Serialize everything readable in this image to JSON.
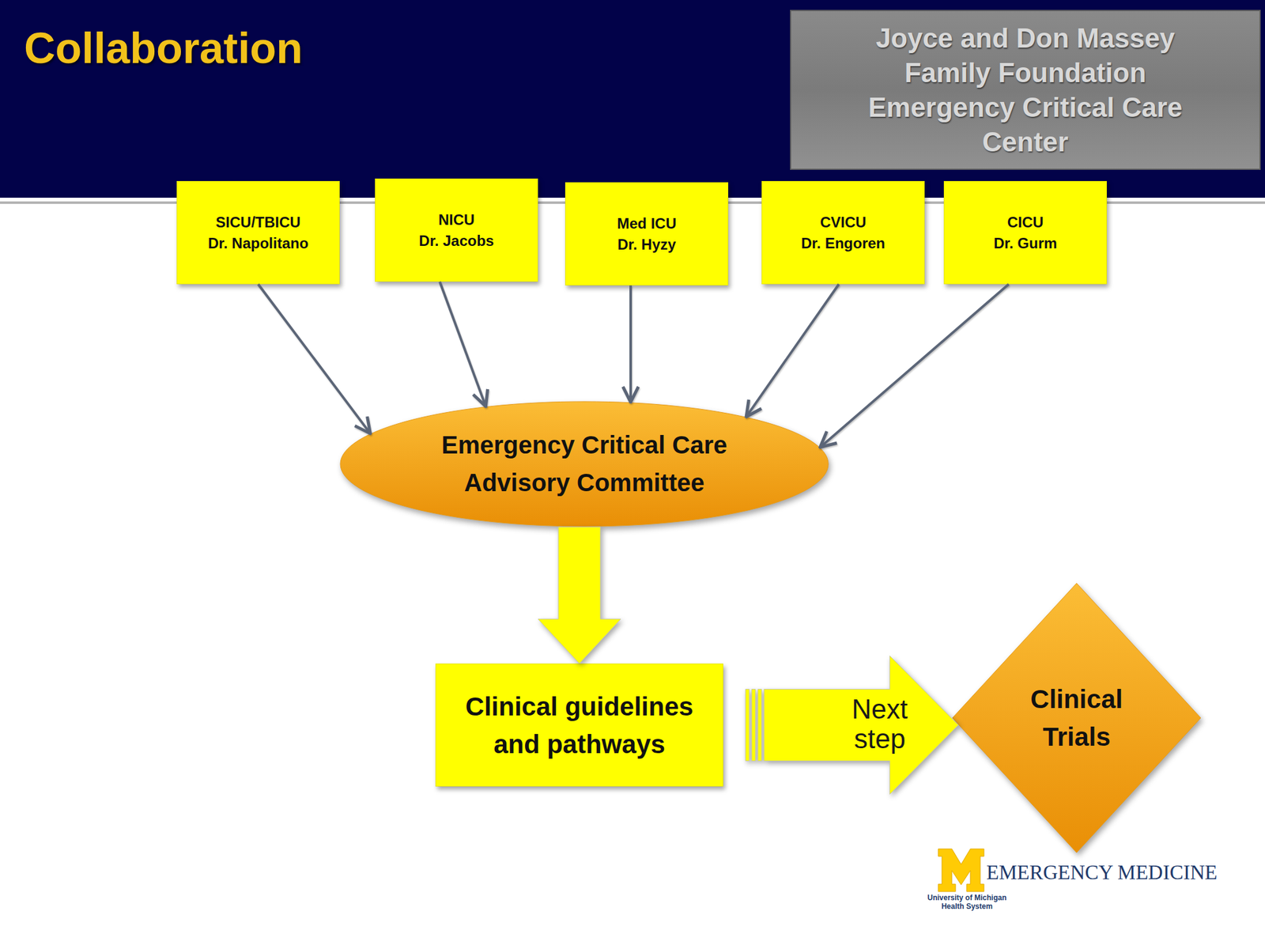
{
  "diagram": {
    "title": "Collaboration",
    "nodes": [
      {
        "text": [
          "SICU/TBICU",
          "Dr. Napolitano"
        ]
      },
      {
        "text": [
          "NICU",
          "Dr. Jacobs"
        ]
      },
      {
        "text": [
          "Med ICU",
          "Dr. Hyzy"
        ]
      },
      {
        "text": [
          "CVICU",
          "Dr. Engoren"
        ]
      },
      {
        "text": [
          "CICU",
          "Dr. Gurm"
        ]
      },
      {
        "text": [
          "Emergency Critical Care Advisory Committee"
        ]
      },
      {
        "text": [
          "Clinical guidelines and pathways"
        ]
      },
      {
        "text": [
          "Clinical Trials"
        ]
      }
    ],
    "edges": [
      {
        "from": 0,
        "to": 5,
        "arrow": "to"
      },
      {
        "from": 1,
        "to": 5,
        "arrow": "to"
      },
      {
        "from": 2,
        "to": 5,
        "arrow": "to"
      },
      {
        "from": 3,
        "to": 5,
        "arrow": "to"
      },
      {
        "from": 4,
        "to": 5,
        "arrow": "to"
      },
      {
        "from": 5,
        "to": 6,
        "arrow": "to"
      },
      {
        "from": 6,
        "to": 7,
        "label": "Next step",
        "arrow": "to"
      }
    ],
    "labels": [
      "Joyce and Don Massey Family Foundation Emergency Critical Care Center",
      "EMERGENCY MEDICINE",
      "University of Michigan Health System"
    ]
  }
}
